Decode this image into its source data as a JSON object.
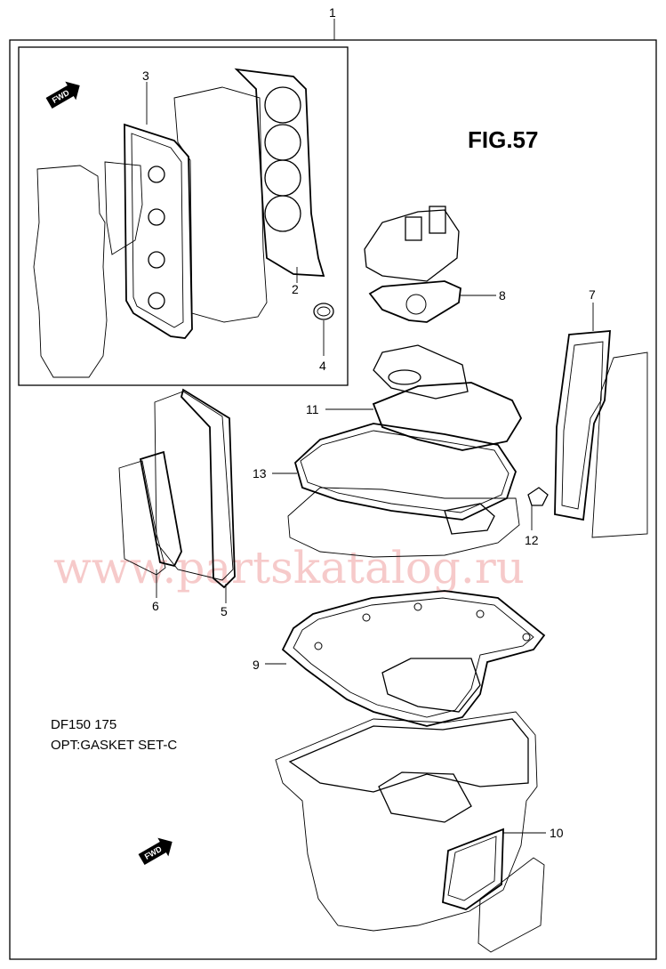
{
  "figure": {
    "title": "FIG.57",
    "model_text": "DF150 175",
    "option_text": "OPT:GASKET SET-C",
    "watermark": "www.partskatalog.ru",
    "fwd_label": "FWD"
  },
  "callouts": [
    {
      "id": "1",
      "label": "1"
    },
    {
      "id": "2",
      "label": "2"
    },
    {
      "id": "3",
      "label": "3"
    },
    {
      "id": "4",
      "label": "4"
    },
    {
      "id": "5",
      "label": "5"
    },
    {
      "id": "6",
      "label": "6"
    },
    {
      "id": "7",
      "label": "7"
    },
    {
      "id": "8",
      "label": "8"
    },
    {
      "id": "9",
      "label": "9"
    },
    {
      "id": "10",
      "label": "10"
    },
    {
      "id": "11",
      "label": "11"
    },
    {
      "id": "12",
      "label": "12"
    },
    {
      "id": "13",
      "label": "13"
    }
  ],
  "colors": {
    "line": "#000000",
    "watermark": "#f0a0a0",
    "background": "#ffffff"
  }
}
